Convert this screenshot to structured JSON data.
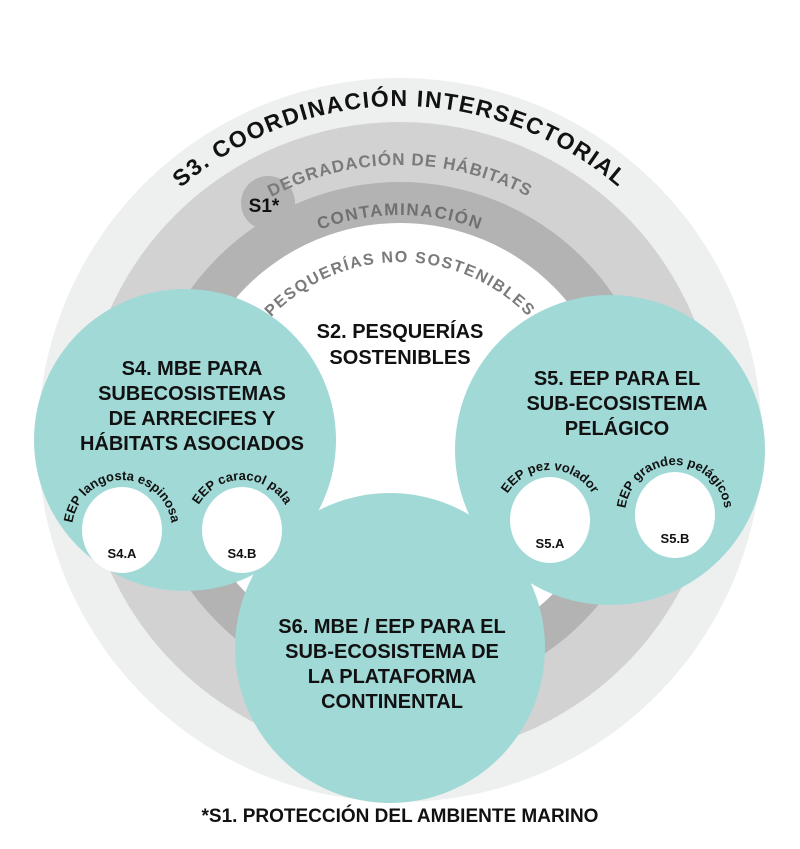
{
  "colors": {
    "outer": "#eef0ef",
    "ring2": "#d2d2d2",
    "ring3": "#b3b3b3",
    "teal": "#a1d9d7",
    "gray_text": "#777777",
    "dark_text": "#111111"
  },
  "rings": {
    "s3": "S3. COORDINACIÓN INTERSECTORIAL",
    "habitat": "DEGRADACIÓN DE HÁBITATS",
    "contamination": "CONTAMINACIÓN",
    "fisheries": "PESQUERÍAS NO SOSTENIBLES",
    "s1_badge": "S1*"
  },
  "center": {
    "line1": "S2. PESQUERÍAS",
    "line2": "SOSTENIBLES"
  },
  "s4": {
    "lines": [
      "S4. MBE PARA",
      "SUBECOSISTEMAS",
      "DE ARRECIFES Y",
      "HÁBITATS ASOCIADOS"
    ],
    "subs": [
      {
        "arc": "EEP langosta espinosa",
        "label": "S4.A"
      },
      {
        "arc": "EEP caracol pala",
        "label": "S4.B"
      }
    ]
  },
  "s5": {
    "lines": [
      "S5. EEP PARA EL",
      "SUB-ECOSISTEMA",
      "PELÁGICO"
    ],
    "subs": [
      {
        "arc": "EEP pez volador",
        "label": "S5.A"
      },
      {
        "arc": "EEP grandes pelágicos",
        "label": "S5.B"
      }
    ]
  },
  "s6": {
    "lines": [
      "S6. MBE / EEP PARA EL",
      "SUB-ECOSISTEMA DE",
      "LA PLATAFORMA",
      "CONTINENTAL"
    ]
  },
  "footer": "*S1. PROTECCIÓN DEL AMBIENTE MARINO"
}
